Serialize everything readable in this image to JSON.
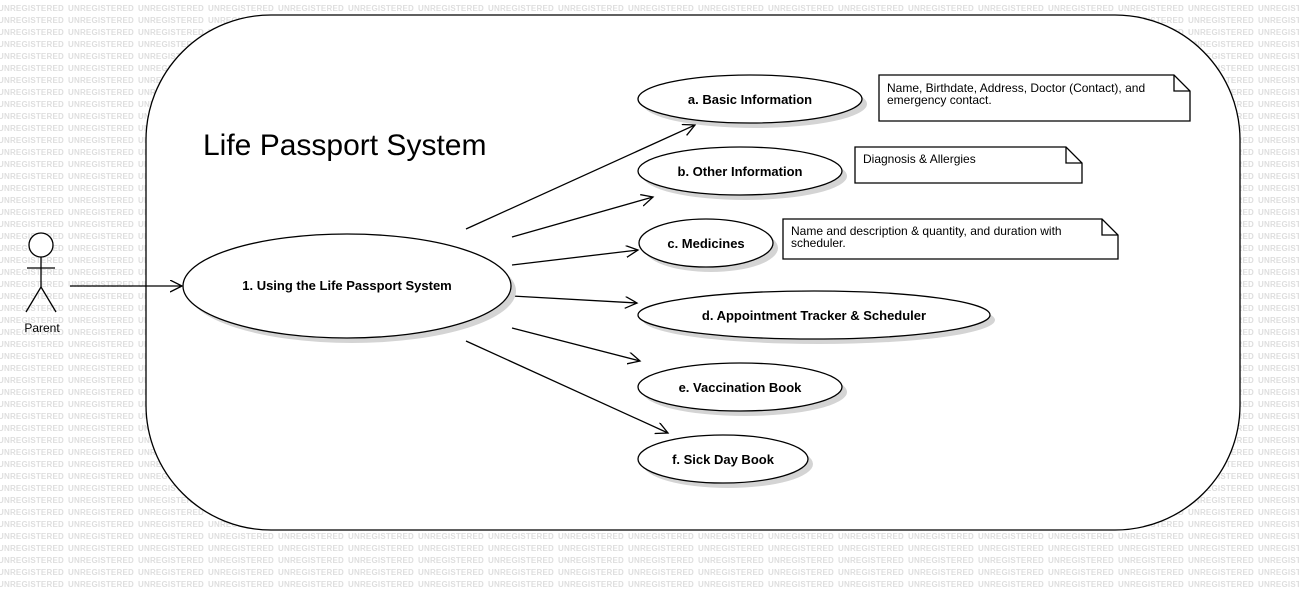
{
  "watermark": {
    "text": "UNREGISTERED"
  },
  "system": {
    "title": "Life Passport System"
  },
  "actor": {
    "name": "Parent",
    "icon": "stick-figure-icon"
  },
  "main_use_case": {
    "label": "1. Using the Life Passport System"
  },
  "use_cases": [
    {
      "id": "basic-information",
      "label": "a. Basic Information"
    },
    {
      "id": "other-information",
      "label": "b. Other Information"
    },
    {
      "id": "medicines",
      "label": "c. Medicines"
    },
    {
      "id": "appointment-tracker",
      "label": "d. Appointment Tracker & Scheduler"
    },
    {
      "id": "vaccination-book",
      "label": "e. Vaccination Book"
    },
    {
      "id": "sick-day-book",
      "label": "f. Sick Day Book"
    }
  ],
  "notes": [
    {
      "id": "basic-information",
      "lines": [
        "Name, Birthdate, Address, Doctor (Contact), and",
        "emergency contact."
      ]
    },
    {
      "id": "other-information",
      "lines": [
        "Diagnosis & Allergies"
      ]
    },
    {
      "id": "medicines",
      "lines": [
        "Name and description & quantity, and duration with",
        "scheduler."
      ]
    }
  ],
  "colors": {
    "line": "#000000",
    "shadow": "#d4d4d4",
    "watermark": "#dedede",
    "background": "#ffffff"
  }
}
